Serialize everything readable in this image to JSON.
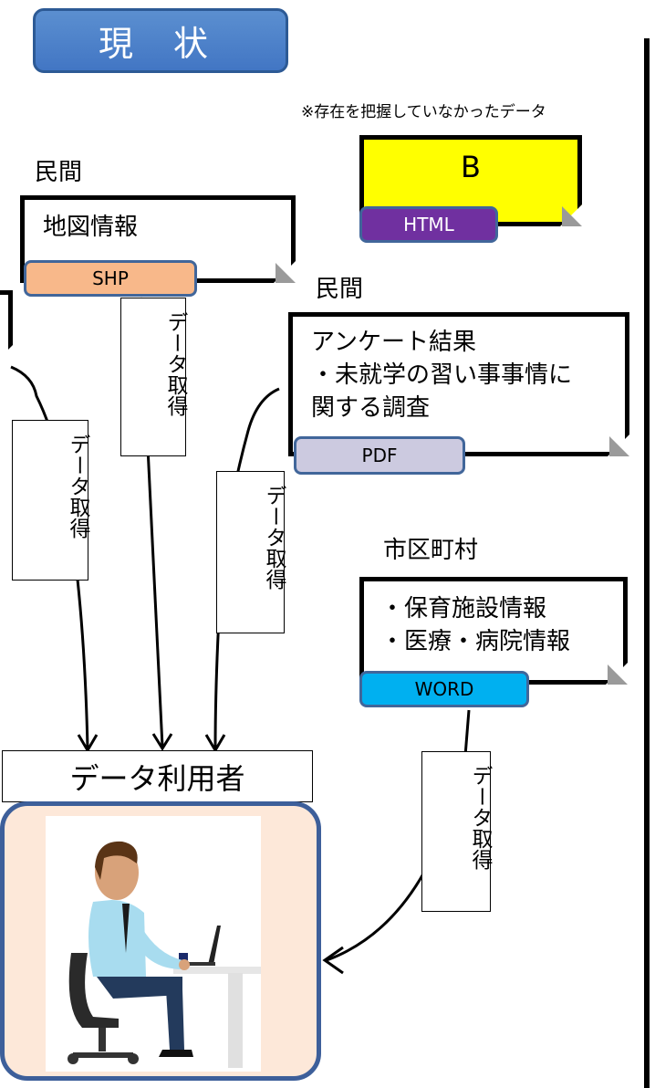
{
  "header": {
    "title": "現 状"
  },
  "note": "※存在を把握していなかったデータ",
  "doc_b": {
    "label": "B",
    "format": "HTML",
    "fill": "#ffff00",
    "format_color": "#7030a0"
  },
  "source_private_1": {
    "label": "民間"
  },
  "doc_map": {
    "text": "地図情報",
    "format": "SHP",
    "format_color": "#f8b88a"
  },
  "source_private_2": {
    "label": "民間"
  },
  "doc_survey": {
    "line1": "アンケート結果",
    "line2": "・未就学の習い事事情に",
    "line3": "関する調査",
    "format": "PDF",
    "format_color": "#cccae0"
  },
  "source_municipal": {
    "label": "市区町村"
  },
  "doc_childcare": {
    "line1": "・保育施設情報",
    "line2": "・医療・病院情報",
    "format": "WORD",
    "format_color": "#00b0f0"
  },
  "arrow_label": "データ取得",
  "user": {
    "label": "データ利用者"
  }
}
